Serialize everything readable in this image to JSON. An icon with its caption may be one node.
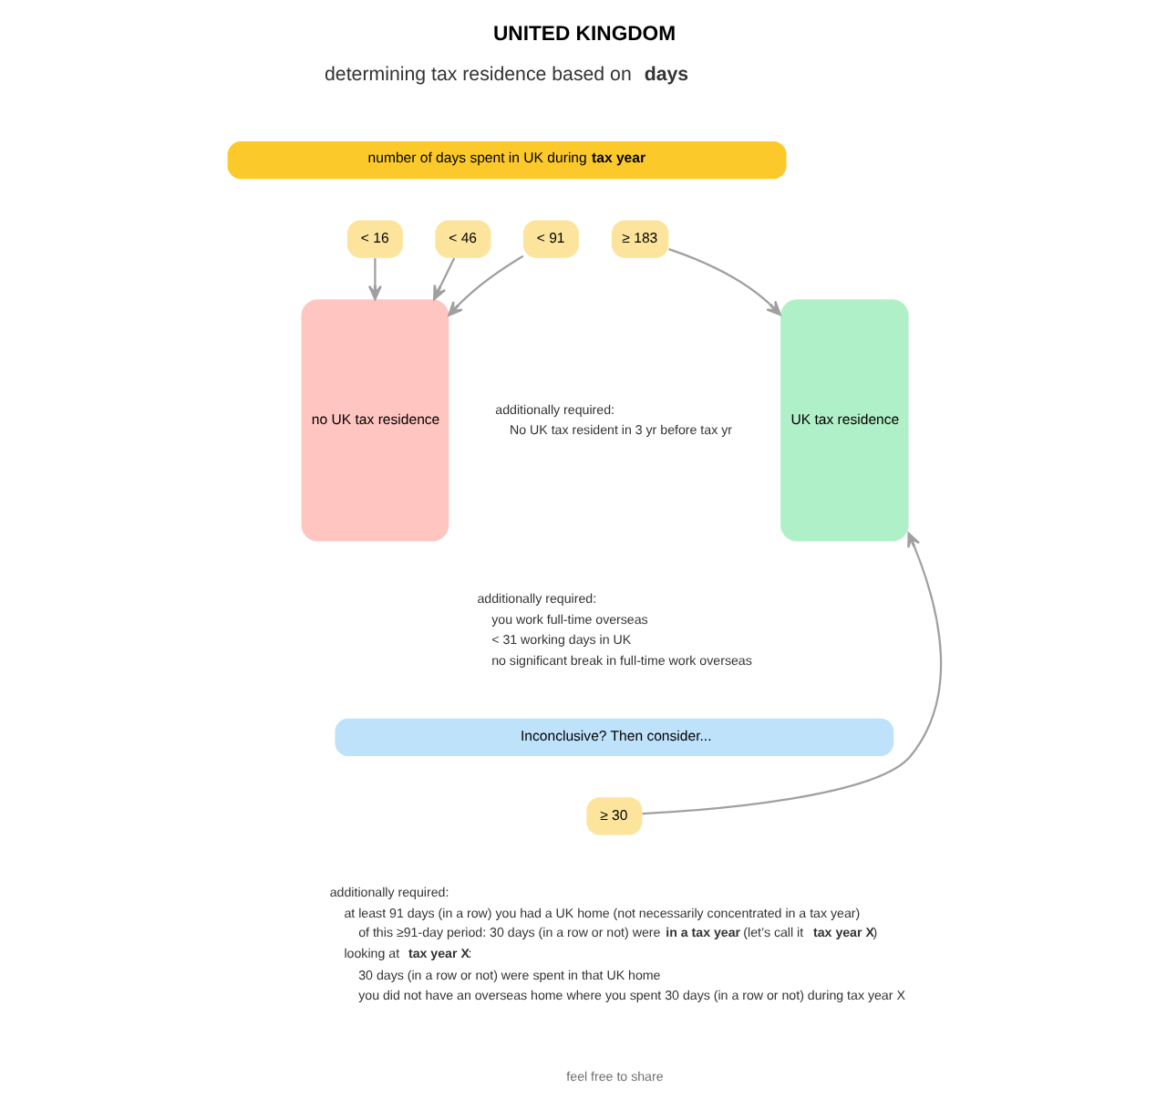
{
  "diagram": {
    "title": "UNITED KINGDOM",
    "nodes": [
      {
        "text": [
          "number of days spent in UK during **tax year**"
        ]
      },
      {
        "text": [
          "no UK tax residence"
        ]
      },
      {
        "text": [
          "< 16"
        ]
      },
      {
        "text": [
          "< 46"
        ]
      },
      {
        "text": [
          "< 91"
        ]
      },
      {
        "text": [
          "≥ 183"
        ]
      },
      {
        "text": [
          "UK tax residence"
        ]
      },
      {
        "text": [
          "Inconclusive? Then consider..."
        ]
      },
      {
        "text": [
          "≥ 30"
        ]
      }
    ],
    "edges": [
      {
        "from": 2,
        "to": 1,
        "arrow": "to"
      },
      {
        "from": 3,
        "to": 1,
        "arrow": "to"
      },
      {
        "from": 4,
        "to": 1,
        "arrow": "to"
      },
      {
        "from": 5,
        "to": 6,
        "arrow": "to"
      },
      {
        "from": 8,
        "to": 6,
        "arrow": "to"
      }
    ],
    "labels": [
      "determining tax residence based on **days**",
      "additionally required:",
      "No UK tax resident in 3 yr before tax yr",
      "additionally required:",
      "you work full-time overseas",
      "< 31 working days in UK",
      "no significant break in full-time work overseas",
      "additionally required:",
      "at least 91 days (in a row) you had a UK home (not necessarily concentrated in a tax year)",
      "of this ≥91-day period: 30 days (in a row or not) were **in a tax year** (let’s call it **tax year X**)",
      "looking at **tax year X**:",
      "30 days (in a row or not) were spent in that UK home",
      "you did not have an overseas home where you spent 30 days (in a row or not) during tax year X",
      "feel free to share"
    ]
  }
}
